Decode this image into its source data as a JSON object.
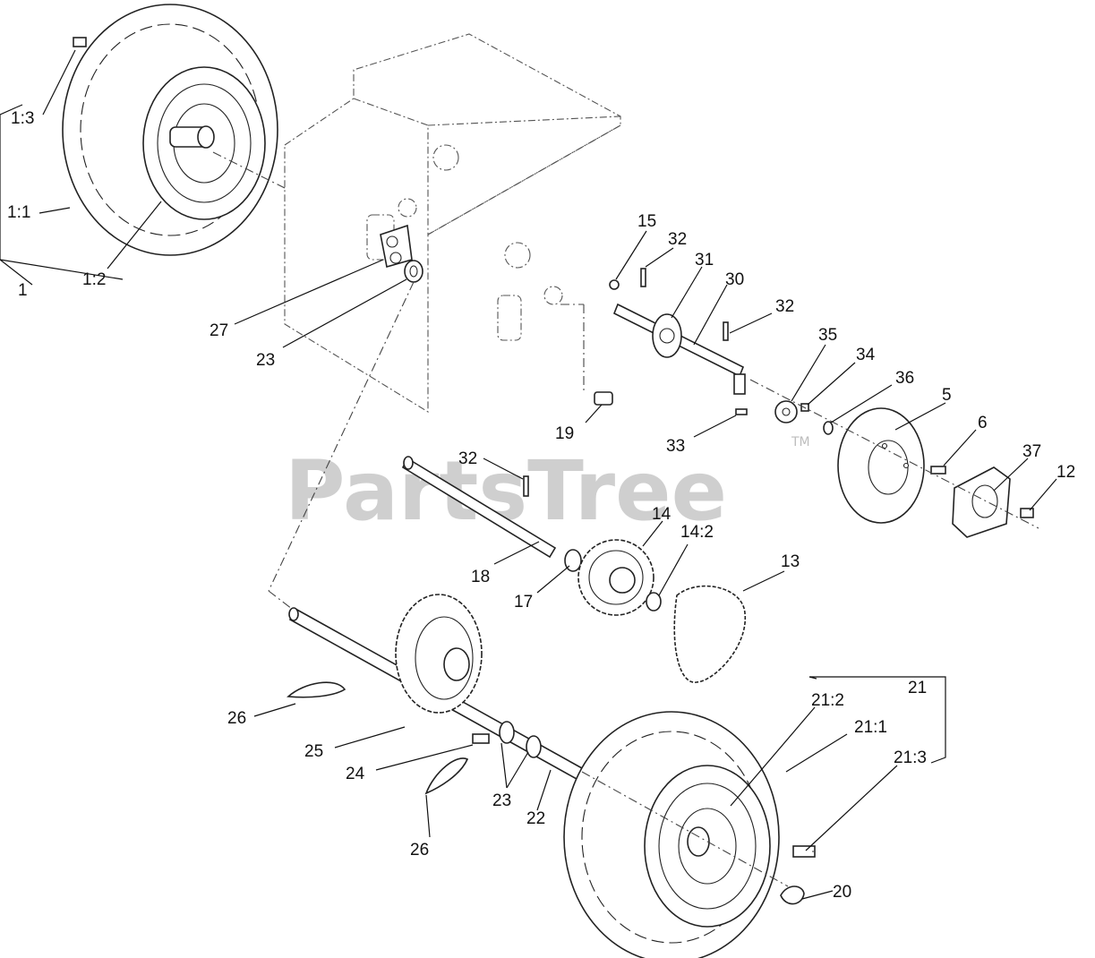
{
  "watermark": {
    "text": "PartsTree",
    "trademark": "TM"
  },
  "callouts": [
    {
      "id": "c-1-3",
      "text": "1:3"
    },
    {
      "id": "c-1-1",
      "text": "1:1"
    },
    {
      "id": "c-1",
      "text": "1"
    },
    {
      "id": "c-1-2",
      "text": "1:2"
    },
    {
      "id": "c-27",
      "text": "27"
    },
    {
      "id": "c-23a",
      "text": "23"
    },
    {
      "id": "c-15",
      "text": "15"
    },
    {
      "id": "c-32a",
      "text": "32"
    },
    {
      "id": "c-31",
      "text": "31"
    },
    {
      "id": "c-30",
      "text": "30"
    },
    {
      "id": "c-32b",
      "text": "32"
    },
    {
      "id": "c-35",
      "text": "35"
    },
    {
      "id": "c-34",
      "text": "34"
    },
    {
      "id": "c-36",
      "text": "36"
    },
    {
      "id": "c-5",
      "text": "5"
    },
    {
      "id": "c-6",
      "text": "6"
    },
    {
      "id": "c-37",
      "text": "37"
    },
    {
      "id": "c-12",
      "text": "12"
    },
    {
      "id": "c-19",
      "text": "19"
    },
    {
      "id": "c-33",
      "text": "33"
    },
    {
      "id": "c-32c",
      "text": "32"
    },
    {
      "id": "c-14",
      "text": "14"
    },
    {
      "id": "c-14-2",
      "text": "14:2"
    },
    {
      "id": "c-13",
      "text": "13"
    },
    {
      "id": "c-18",
      "text": "18"
    },
    {
      "id": "c-17",
      "text": "17"
    },
    {
      "id": "c-21",
      "text": "21"
    },
    {
      "id": "c-21-2",
      "text": "21:2"
    },
    {
      "id": "c-21-1",
      "text": "21:1"
    },
    {
      "id": "c-21-3",
      "text": "21:3"
    },
    {
      "id": "c-26a",
      "text": "26"
    },
    {
      "id": "c-25",
      "text": "25"
    },
    {
      "id": "c-24",
      "text": "24"
    },
    {
      "id": "c-23b",
      "text": "23"
    },
    {
      "id": "c-22",
      "text": "22"
    },
    {
      "id": "c-26b",
      "text": "26"
    },
    {
      "id": "c-20",
      "text": "20"
    }
  ]
}
